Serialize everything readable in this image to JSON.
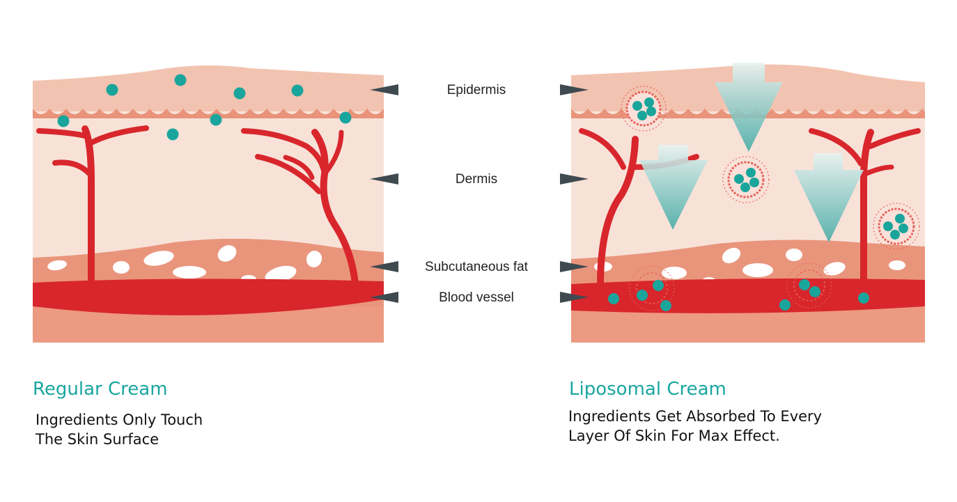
{
  "layers": {
    "epidermis": "Epidermis",
    "dermis": "Dermis",
    "subcutaneous_fat": "Subcutaneous fat",
    "blood_vessel": "Blood vessel"
  },
  "regular": {
    "title": "Regular Cream",
    "desc_line1": "Ingredients Only Touch",
    "desc_line2": "The Skin Surface"
  },
  "liposomal": {
    "title": "Liposomal Cream",
    "desc_line1": "Ingredients Get Absorbed To Every",
    "desc_line2": "Layer Of Skin For Max Effect."
  },
  "colors": {
    "epidermis": "#f2c3b0",
    "epidermis_band": "#e8937a",
    "dermis": "#f8e2d8",
    "fat": "#e9957c",
    "fat_globule": "#ffffff",
    "vessel": "#d8262c",
    "ingredient": "#1aa59c",
    "pointer": "#3f4a50",
    "title": "#1aa6a0"
  }
}
